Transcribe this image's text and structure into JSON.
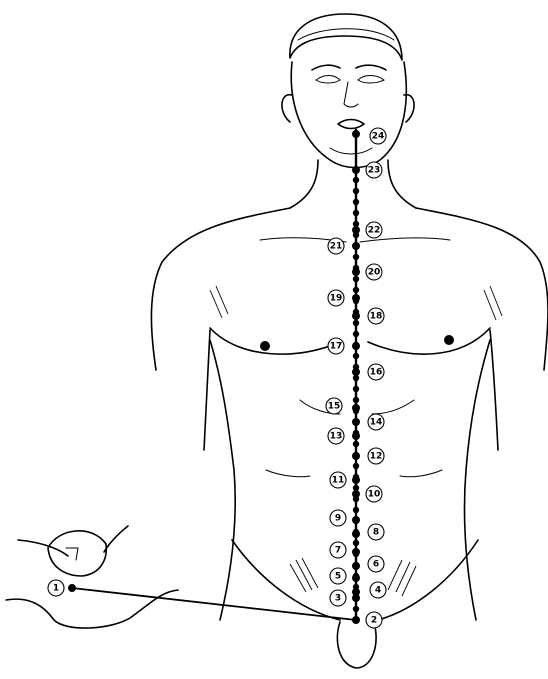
{
  "figure": {
    "subject": "",
    "points": [
      {
        "label": "①",
        "number": 1
      },
      {
        "label": "②",
        "number": 2
      },
      {
        "label": "③",
        "number": 3
      },
      {
        "label": "④",
        "number": 4
      },
      {
        "label": "⑤",
        "number": 5
      },
      {
        "label": "⑥",
        "number": 6
      },
      {
        "label": "⑦",
        "number": 7
      },
      {
        "label": "⑧",
        "number": 8
      },
      {
        "label": "⑨",
        "number": 9
      },
      {
        "label": "⑩",
        "number": 10
      },
      {
        "label": "⑪",
        "number": 11
      },
      {
        "label": "⑫",
        "number": 12
      },
      {
        "label": "⑬",
        "number": 13
      },
      {
        "label": "⑭",
        "number": 14
      },
      {
        "label": "⑮",
        "number": 15
      },
      {
        "label": "⑯",
        "number": 16
      },
      {
        "label": "⑰",
        "number": 17
      },
      {
        "label": "⑱",
        "number": 18
      },
      {
        "label": "⑲",
        "number": 19
      },
      {
        "label": "⑳",
        "number": 20
      },
      {
        "label": "㉑",
        "number": 21
      },
      {
        "label": "㉒",
        "number": 22
      },
      {
        "label": "㉓",
        "number": 23
      },
      {
        "label": "㉔",
        "number": 24
      }
    ],
    "colors": {
      "ink": "#000000",
      "background": "#ffffff"
    }
  }
}
